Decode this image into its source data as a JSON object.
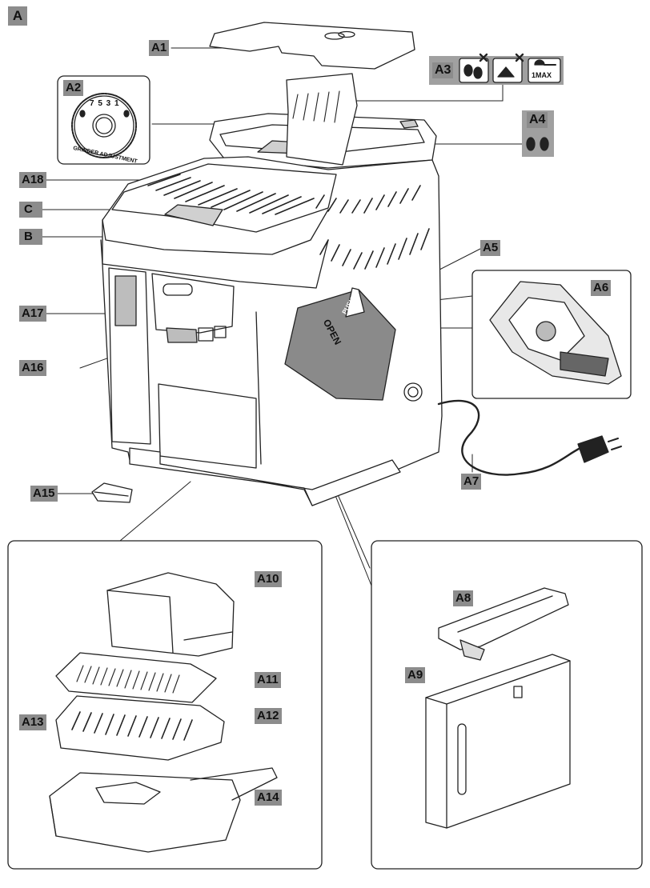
{
  "section_label": "A",
  "callouts": {
    "a1": "A1",
    "a2": "A2",
    "a3": "A3",
    "a4": "A4",
    "a5": "A5",
    "a6": "A6",
    "a7": "A7",
    "a8": "A8",
    "a9": "A9",
    "a10": "A10",
    "a11": "A11",
    "a12": "A12",
    "a13": "A13",
    "a14": "A14",
    "a15": "A15",
    "a16": "A16",
    "a17": "A17",
    "a18": "A18",
    "b": "B",
    "c": "C"
  },
  "dial": {
    "numbers": "7 5 3 1",
    "caption": "GRINDER ADJUSTMENT"
  },
  "max_icon_text": "1MAX",
  "hatch_text": {
    "push": "PUSH",
    "open": "OPEN"
  }
}
